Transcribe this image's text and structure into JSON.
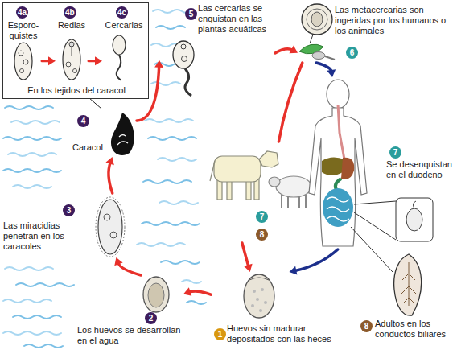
{
  "diagram": {
    "nodes": [
      {
        "text": [
          "En los tejidos del caracol"
        ]
      },
      {
        "text": [
          "4a",
          "Esporo- quistes"
        ],
        "in": 0
      },
      {
        "text": [
          "4b",
          "Redias"
        ],
        "in": 0
      },
      {
        "text": [
          "4c",
          "Cercarias"
        ],
        "in": 0
      },
      {
        "text": [
          "4",
          "Caracol"
        ]
      },
      {
        "text": [
          "5",
          "Las cercarias se enquistan en las plantas acuáticas"
        ]
      },
      {
        "text": [
          "Las metacercarias son ingeridas por los humanos o los animales",
          "6"
        ]
      },
      {
        "text": [
          "7",
          "Se desenquistan en el duodeno"
        ]
      },
      {
        "text": [
          "8",
          "Adultos en los conductos biliares"
        ]
      },
      {
        "text": [
          "1",
          "Huevos sin madurar depositados con las heces"
        ]
      },
      {
        "text": [
          "2",
          "Los huevos se desarrollan en el agua"
        ]
      },
      {
        "text": [
          "3",
          "Las miracidias penetran en los caracoles"
        ]
      },
      {
        "text": [
          "7",
          "8"
        ]
      }
    ],
    "edges": [
      {
        "from": 1,
        "to": 2,
        "arrow": "to"
      },
      {
        "from": 2,
        "to": 3,
        "arrow": "to"
      },
      {
        "from": 4,
        "to": 0,
        "arrow": "none"
      },
      {
        "from": 4,
        "to": 5,
        "arrow": "to"
      },
      {
        "from": 5,
        "to": 6,
        "arrow": "to"
      },
      {
        "from": 6,
        "to": 7,
        "arrow": "to"
      },
      {
        "from": 6,
        "to": 12,
        "arrow": "none"
      },
      {
        "from": 12,
        "to": 9,
        "arrow": "to"
      },
      {
        "from": 7,
        "to": 9,
        "arrow": "to"
      },
      {
        "from": 9,
        "to": 10,
        "arrow": "to"
      },
      {
        "from": 10,
        "to": 11,
        "arrow": "to"
      },
      {
        "from": 11,
        "to": 4,
        "arrow": "to"
      }
    ]
  }
}
